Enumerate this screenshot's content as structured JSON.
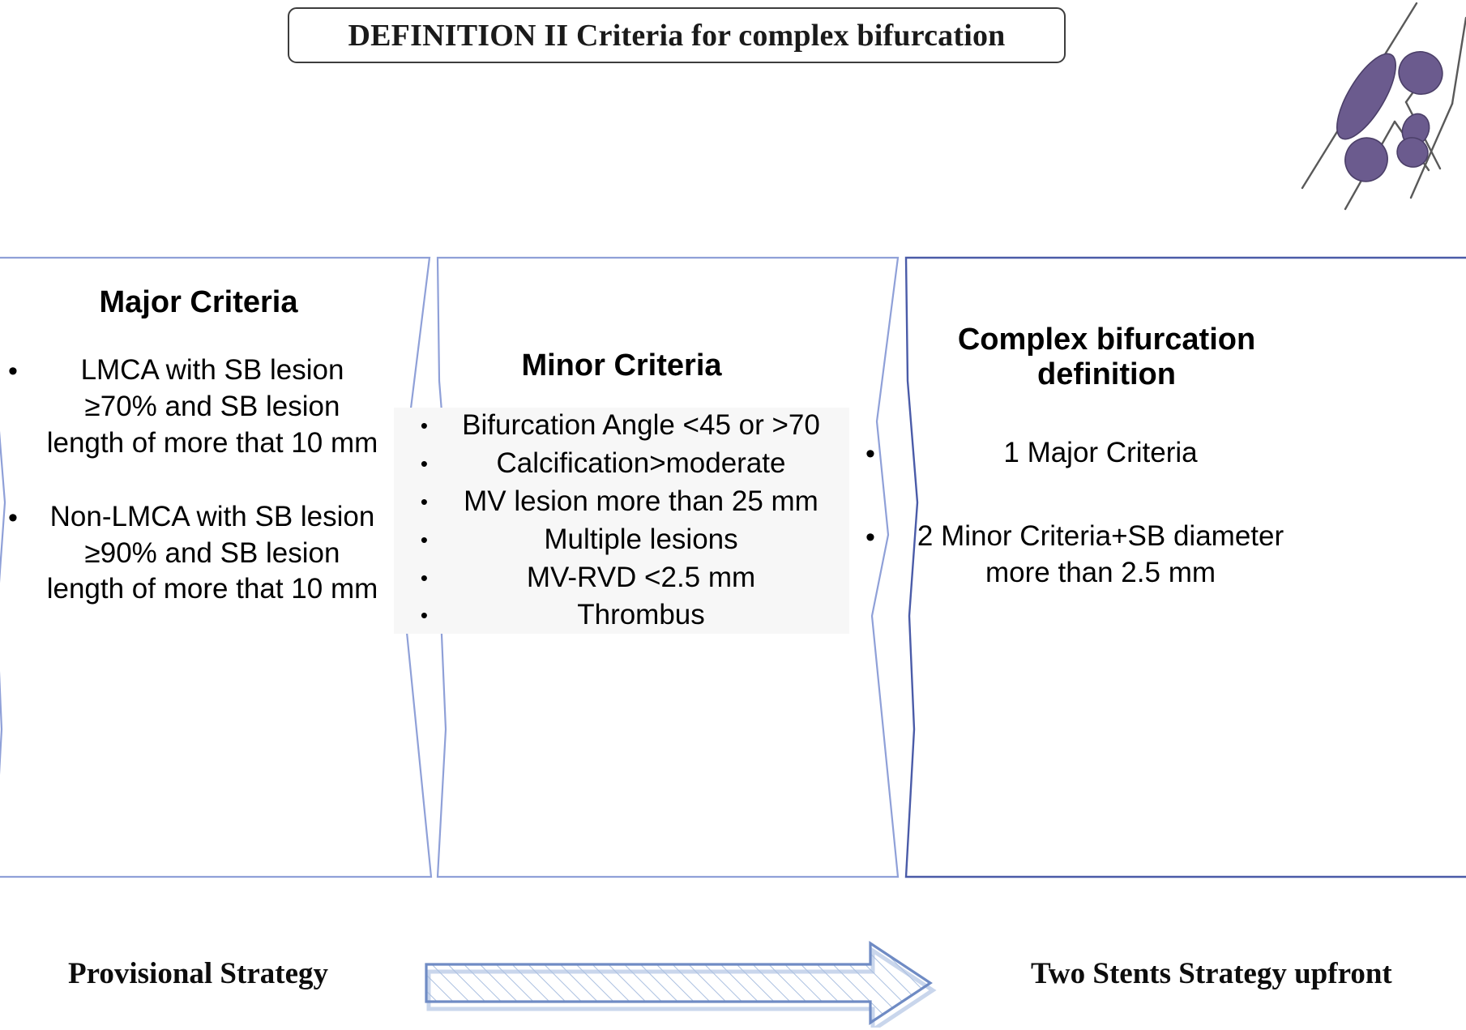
{
  "title": {
    "text": "DEFINITION II Criteria for complex bifurcation"
  },
  "illustration": {
    "name": "coronary-bifurcation-plaque-diagram",
    "vessel_line_color": "#595959",
    "plaque_color": "#6b5b8e"
  },
  "panels": [
    {
      "id": "major",
      "heading": "Major Criteria",
      "bullets": [
        "LMCA with SB lesion  ≥70% and SB lesion  length of    more that 10 mm",
        "Non-LMCA with SB lesion  ≥90% and SB lesion  length of more that 10 mm"
      ]
    },
    {
      "id": "minor",
      "heading": "Minor Criteria",
      "bullets": [
        "Bifurcation Angle <45 or >70",
        "Calcification>moderate",
        "MV lesion more than 25 mm",
        "Multiple lesions",
        "MV-RVD <2.5 mm",
        "Thrombus"
      ]
    },
    {
      "id": "definition",
      "heading": "Complex bifurcation definition",
      "bullets": [
        "1 Major Criteria",
        "2 Minor Criteria+SB diameter more than 2.5 mm"
      ]
    }
  ],
  "strategy": {
    "left_label": "Provisional Strategy",
    "right_label": "Two Stents Strategy upfront",
    "arrow_name": "right-arrow-hatched"
  },
  "colors": {
    "panel_border": "#4a5ba8",
    "panel_border_light": "#8fa0d8",
    "title_border": "#3d3d3d",
    "arrow_stroke": "#6f8bc4",
    "arrow_hatch": "#aabfe0",
    "minor_list_bg": "#f7f7f7",
    "text": "#000000",
    "plaque": "#6b5b8e"
  }
}
